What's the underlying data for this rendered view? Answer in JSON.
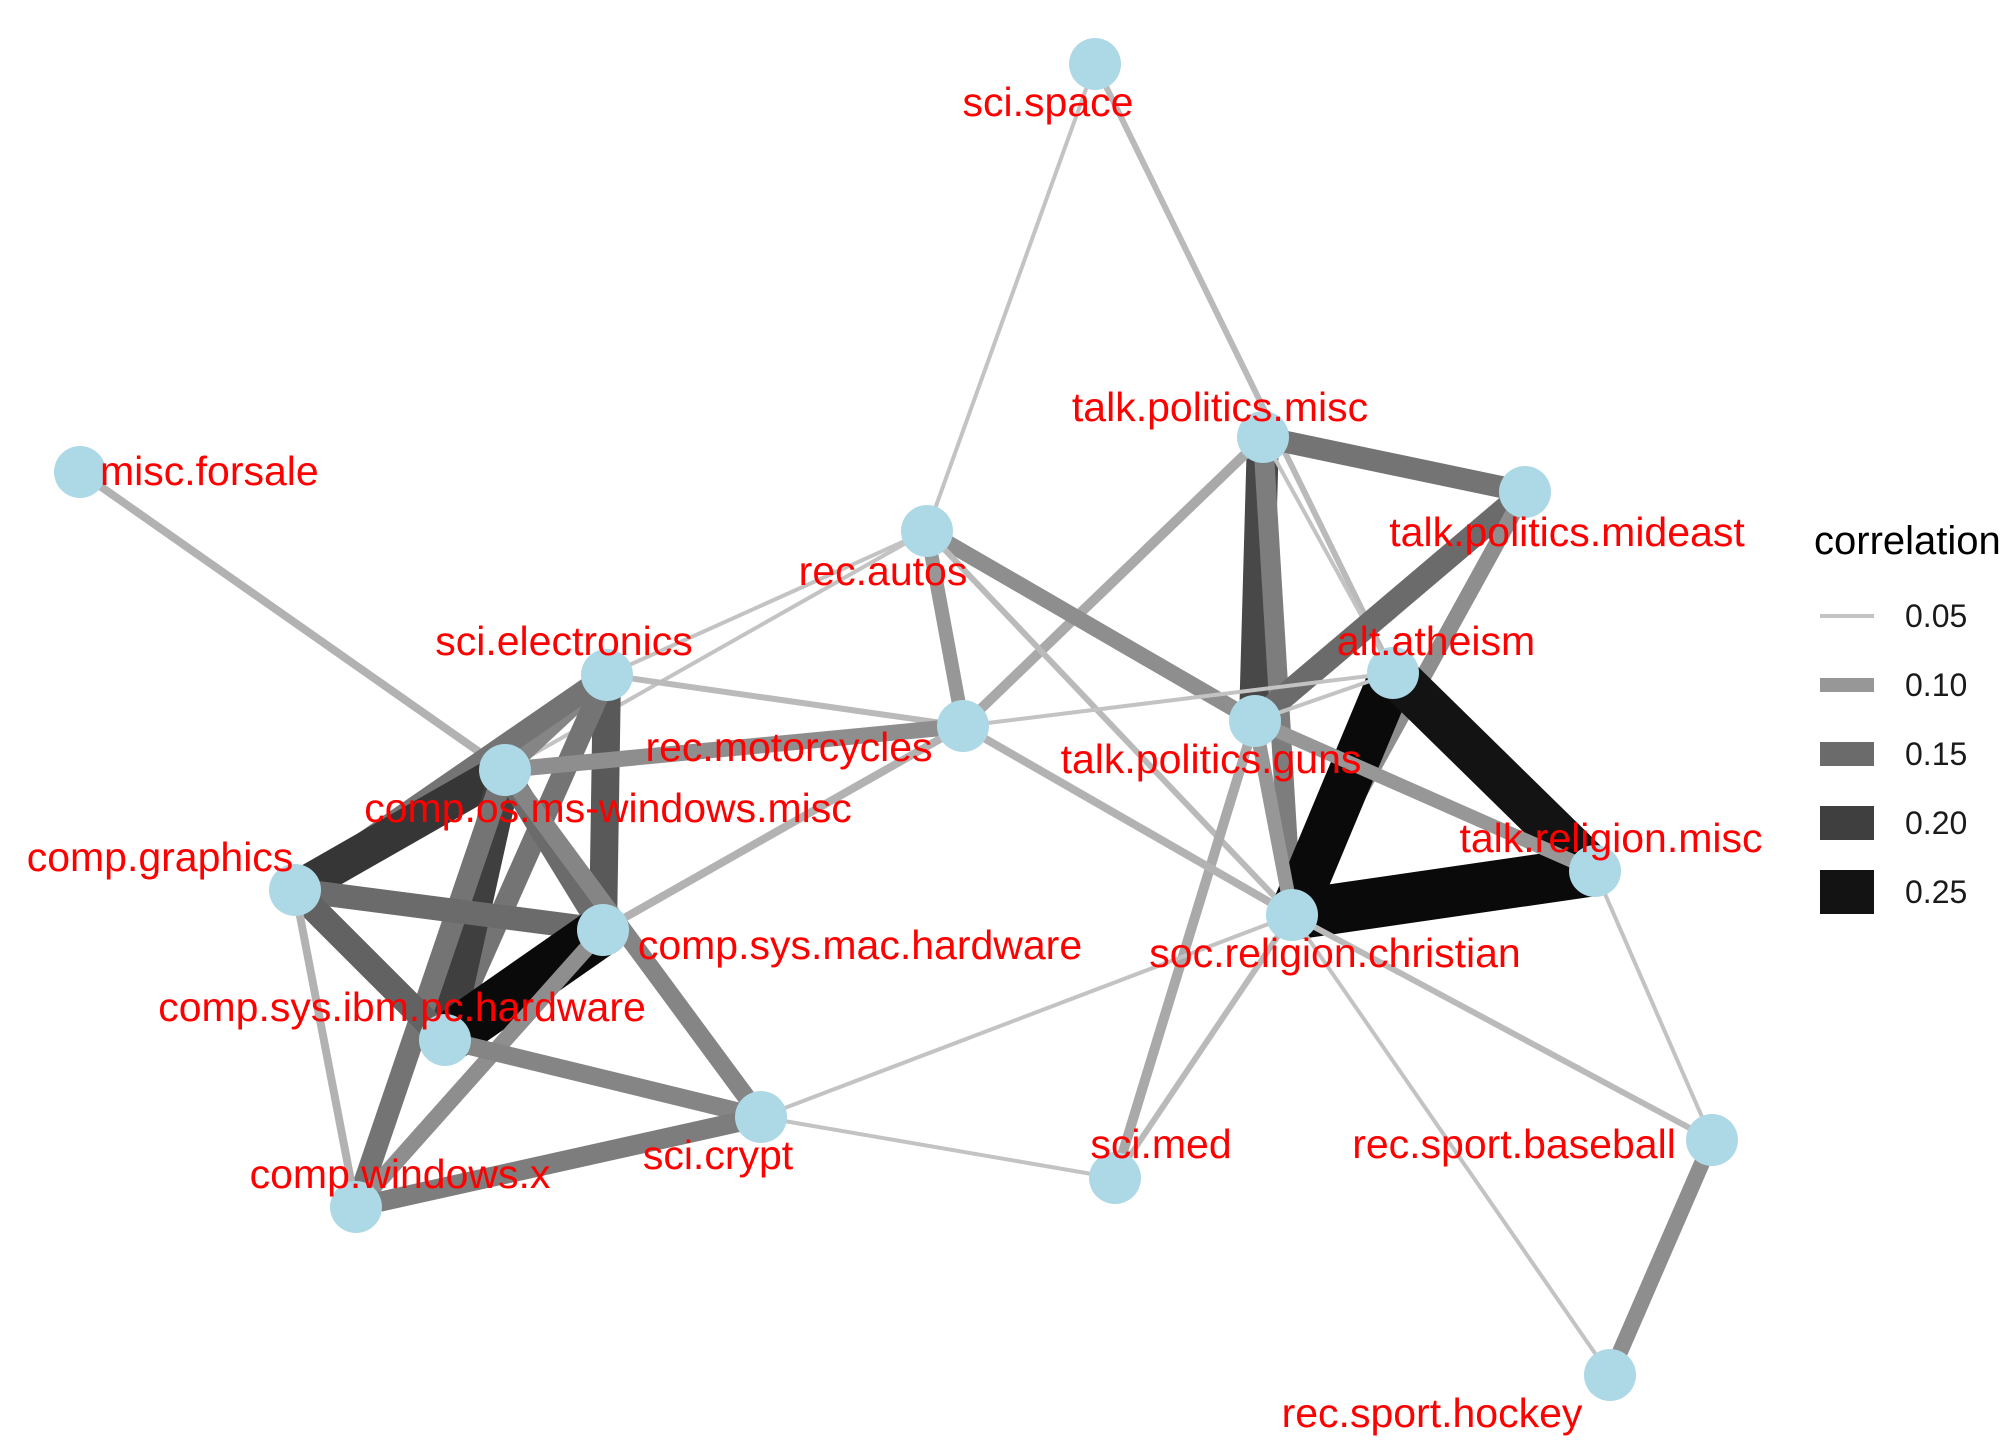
{
  "colors": {
    "node_fill": "#add8e6",
    "label": "#ff0000",
    "edge_light": "#cccccc",
    "edge_dark": "#0a0a0a"
  },
  "legend": {
    "title": "correlation",
    "entries": [
      {
        "label": "0.05",
        "value": 0.05
      },
      {
        "label": "0.10",
        "value": 0.1
      },
      {
        "label": "0.15",
        "value": 0.15
      },
      {
        "label": "0.20",
        "value": 0.2
      },
      {
        "label": "0.25",
        "value": 0.25
      }
    ]
  },
  "nodes": [
    {
      "id": "sci.space",
      "label": "sci.space"
    },
    {
      "id": "misc.forsale",
      "label": "misc.forsale"
    },
    {
      "id": "talk.politics.misc",
      "label": "talk.politics.misc"
    },
    {
      "id": "talk.politics.mideast",
      "label": "talk.politics.mideast"
    },
    {
      "id": "rec.autos",
      "label": "rec.autos"
    },
    {
      "id": "sci.electronics",
      "label": "sci.electronics"
    },
    {
      "id": "alt.atheism",
      "label": "alt.atheism"
    },
    {
      "id": "rec.motorcycles",
      "label": "rec.motorcycles"
    },
    {
      "id": "talk.politics.guns",
      "label": "talk.politics.guns"
    },
    {
      "id": "comp.os.ms-windows.misc",
      "label": "comp.os.ms-windows.misc"
    },
    {
      "id": "talk.religion.misc",
      "label": "talk.religion.misc"
    },
    {
      "id": "comp.graphics",
      "label": "comp.graphics"
    },
    {
      "id": "comp.sys.mac.hardware",
      "label": "comp.sys.mac.hardware"
    },
    {
      "id": "soc.religion.christian",
      "label": "soc.religion.christian"
    },
    {
      "id": "comp.sys.ibm.pc.hardware",
      "label": "comp.sys.ibm.pc.hardware"
    },
    {
      "id": "sci.crypt",
      "label": "sci.crypt"
    },
    {
      "id": "sci.med",
      "label": "sci.med"
    },
    {
      "id": "rec.sport.baseball",
      "label": "rec.sport.baseball"
    },
    {
      "id": "comp.windows.x",
      "label": "comp.windows.x"
    },
    {
      "id": "rec.sport.hockey",
      "label": "rec.sport.hockey"
    }
  ],
  "edges": [
    {
      "source": "sci.space",
      "target": "rec.autos",
      "correlation": 0.05
    },
    {
      "source": "sci.space",
      "target": "alt.atheism",
      "correlation": 0.06
    },
    {
      "source": "misc.forsale",
      "target": "comp.os.ms-windows.misc",
      "correlation": 0.07
    },
    {
      "source": "talk.politics.misc",
      "target": "talk.politics.mideast",
      "correlation": 0.14
    },
    {
      "source": "talk.politics.misc",
      "target": "talk.politics.guns",
      "correlation": 0.19
    },
    {
      "source": "talk.politics.misc",
      "target": "soc.religion.christian",
      "correlation": 0.13
    },
    {
      "source": "talk.politics.misc",
      "target": "alt.atheism",
      "correlation": 0.05
    },
    {
      "source": "talk.politics.misc",
      "target": "rec.motorcycles",
      "correlation": 0.08
    },
    {
      "source": "talk.politics.mideast",
      "target": "talk.politics.guns",
      "correlation": 0.15
    },
    {
      "source": "talk.politics.mideast",
      "target": "soc.religion.christian",
      "correlation": 0.11
    },
    {
      "source": "rec.autos",
      "target": "rec.motorcycles",
      "correlation": 0.1
    },
    {
      "source": "rec.autos",
      "target": "talk.politics.guns",
      "correlation": 0.11
    },
    {
      "source": "rec.autos",
      "target": "sci.electronics",
      "correlation": 0.05
    },
    {
      "source": "rec.autos",
      "target": "soc.religion.christian",
      "correlation": 0.06
    },
    {
      "source": "rec.autos",
      "target": "comp.os.ms-windows.misc",
      "correlation": 0.05
    },
    {
      "source": "sci.electronics",
      "target": "rec.motorcycles",
      "correlation": 0.06
    },
    {
      "source": "sci.electronics",
      "target": "comp.os.ms-windows.misc",
      "correlation": 0.12
    },
    {
      "source": "sci.electronics",
      "target": "comp.sys.mac.hardware",
      "correlation": 0.17
    },
    {
      "source": "sci.electronics",
      "target": "comp.graphics",
      "correlation": 0.14
    },
    {
      "source": "sci.electronics",
      "target": "comp.sys.ibm.pc.hardware",
      "correlation": 0.14
    },
    {
      "source": "alt.atheism",
      "target": "soc.religion.christian",
      "correlation": 0.26
    },
    {
      "source": "alt.atheism",
      "target": "talk.religion.misc",
      "correlation": 0.25
    },
    {
      "source": "alt.atheism",
      "target": "talk.politics.guns",
      "correlation": 0.05
    },
    {
      "source": "alt.atheism",
      "target": "rec.motorcycles",
      "correlation": 0.05
    },
    {
      "source": "soc.religion.christian",
      "target": "talk.religion.misc",
      "correlation": 0.28
    },
    {
      "source": "talk.politics.guns",
      "target": "talk.religion.misc",
      "correlation": 0.1
    },
    {
      "source": "talk.politics.guns",
      "target": "soc.religion.christian",
      "correlation": 0.1
    },
    {
      "source": "talk.politics.guns",
      "target": "sci.med",
      "correlation": 0.08
    },
    {
      "source": "rec.motorcycles",
      "target": "comp.os.ms-windows.misc",
      "correlation": 0.11
    },
    {
      "source": "rec.motorcycles",
      "target": "comp.sys.mac.hardware",
      "correlation": 0.07
    },
    {
      "source": "rec.motorcycles",
      "target": "soc.religion.christian",
      "correlation": 0.07
    },
    {
      "source": "comp.os.ms-windows.misc",
      "target": "comp.graphics",
      "correlation": 0.21
    },
    {
      "source": "comp.os.ms-windows.misc",
      "target": "comp.sys.ibm.pc.hardware",
      "correlation": 0.2
    },
    {
      "source": "comp.os.ms-windows.misc",
      "target": "comp.sys.mac.hardware",
      "correlation": 0.15
    },
    {
      "source": "comp.os.ms-windows.misc",
      "target": "comp.windows.x",
      "correlation": 0.14
    },
    {
      "source": "comp.os.ms-windows.misc",
      "target": "sci.crypt",
      "correlation": 0.12
    },
    {
      "source": "comp.graphics",
      "target": "comp.sys.mac.hardware",
      "correlation": 0.15
    },
    {
      "source": "comp.graphics",
      "target": "comp.sys.ibm.pc.hardware",
      "correlation": 0.16
    },
    {
      "source": "comp.graphics",
      "target": "comp.windows.x",
      "correlation": 0.07
    },
    {
      "source": "comp.sys.mac.hardware",
      "target": "comp.sys.ibm.pc.hardware",
      "correlation": 0.28
    },
    {
      "source": "comp.sys.mac.hardware",
      "target": "comp.windows.x",
      "correlation": 0.11
    },
    {
      "source": "comp.sys.ibm.pc.hardware",
      "target": "sci.crypt",
      "correlation": 0.12
    },
    {
      "source": "comp.windows.x",
      "target": "sci.crypt",
      "correlation": 0.13
    },
    {
      "source": "sci.crypt",
      "target": "soc.religion.christian",
      "correlation": 0.05
    },
    {
      "source": "sci.crypt",
      "target": "sci.med",
      "correlation": 0.05
    },
    {
      "source": "soc.religion.christian",
      "target": "sci.med",
      "correlation": 0.06
    },
    {
      "source": "soc.religion.christian",
      "target": "rec.sport.baseball",
      "correlation": 0.06
    },
    {
      "source": "soc.religion.christian",
      "target": "rec.sport.hockey",
      "correlation": 0.05
    },
    {
      "source": "talk.religion.misc",
      "target": "rec.sport.baseball",
      "correlation": 0.05
    },
    {
      "source": "rec.sport.baseball",
      "target": "rec.sport.hockey",
      "correlation": 0.11
    }
  ]
}
